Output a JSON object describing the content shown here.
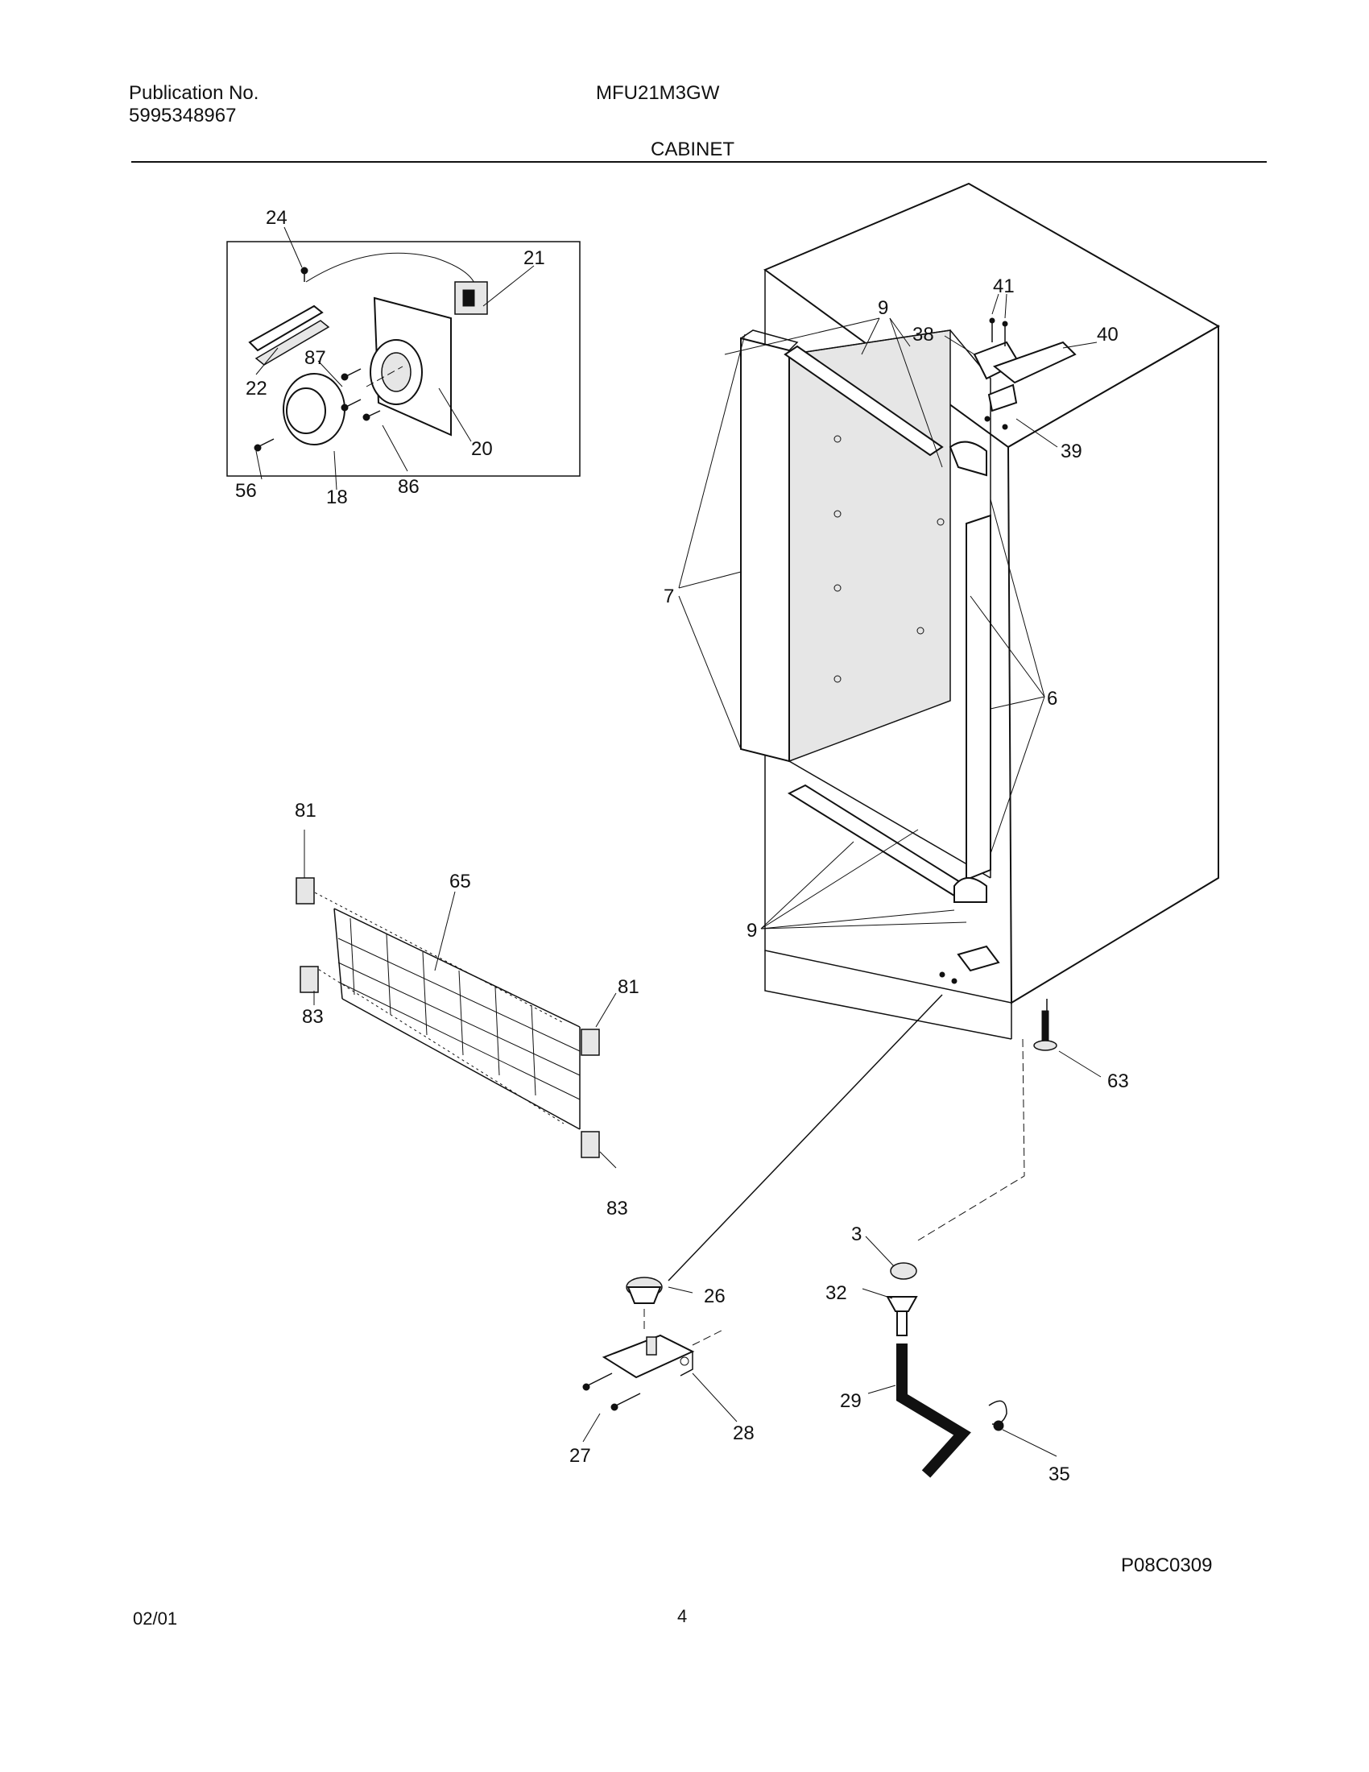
{
  "header": {
    "publication_label": "Publication No.",
    "publication_number": "5995348967",
    "model": "MFU21M3GW",
    "section_title": "CABINET"
  },
  "callouts": {
    "p24": "24",
    "p21": "21",
    "p22": "22",
    "p87": "87",
    "p20": "20",
    "p56": "56",
    "p18": "18",
    "p86": "86",
    "p9a": "9",
    "p41": "41",
    "p38": "38",
    "p40": "40",
    "p39": "39",
    "p7": "7",
    "p6": "6",
    "p9b": "9",
    "p81a": "81",
    "p65": "65",
    "p81b": "81",
    "p83a": "83",
    "p83b": "83",
    "p63": "63",
    "p3": "3",
    "p26": "26",
    "p32": "32",
    "p29": "29",
    "p28": "28",
    "p27": "27",
    "p35": "35"
  },
  "diagram_code": "P08C0309",
  "footer": {
    "date": "02/01",
    "page": "4"
  }
}
